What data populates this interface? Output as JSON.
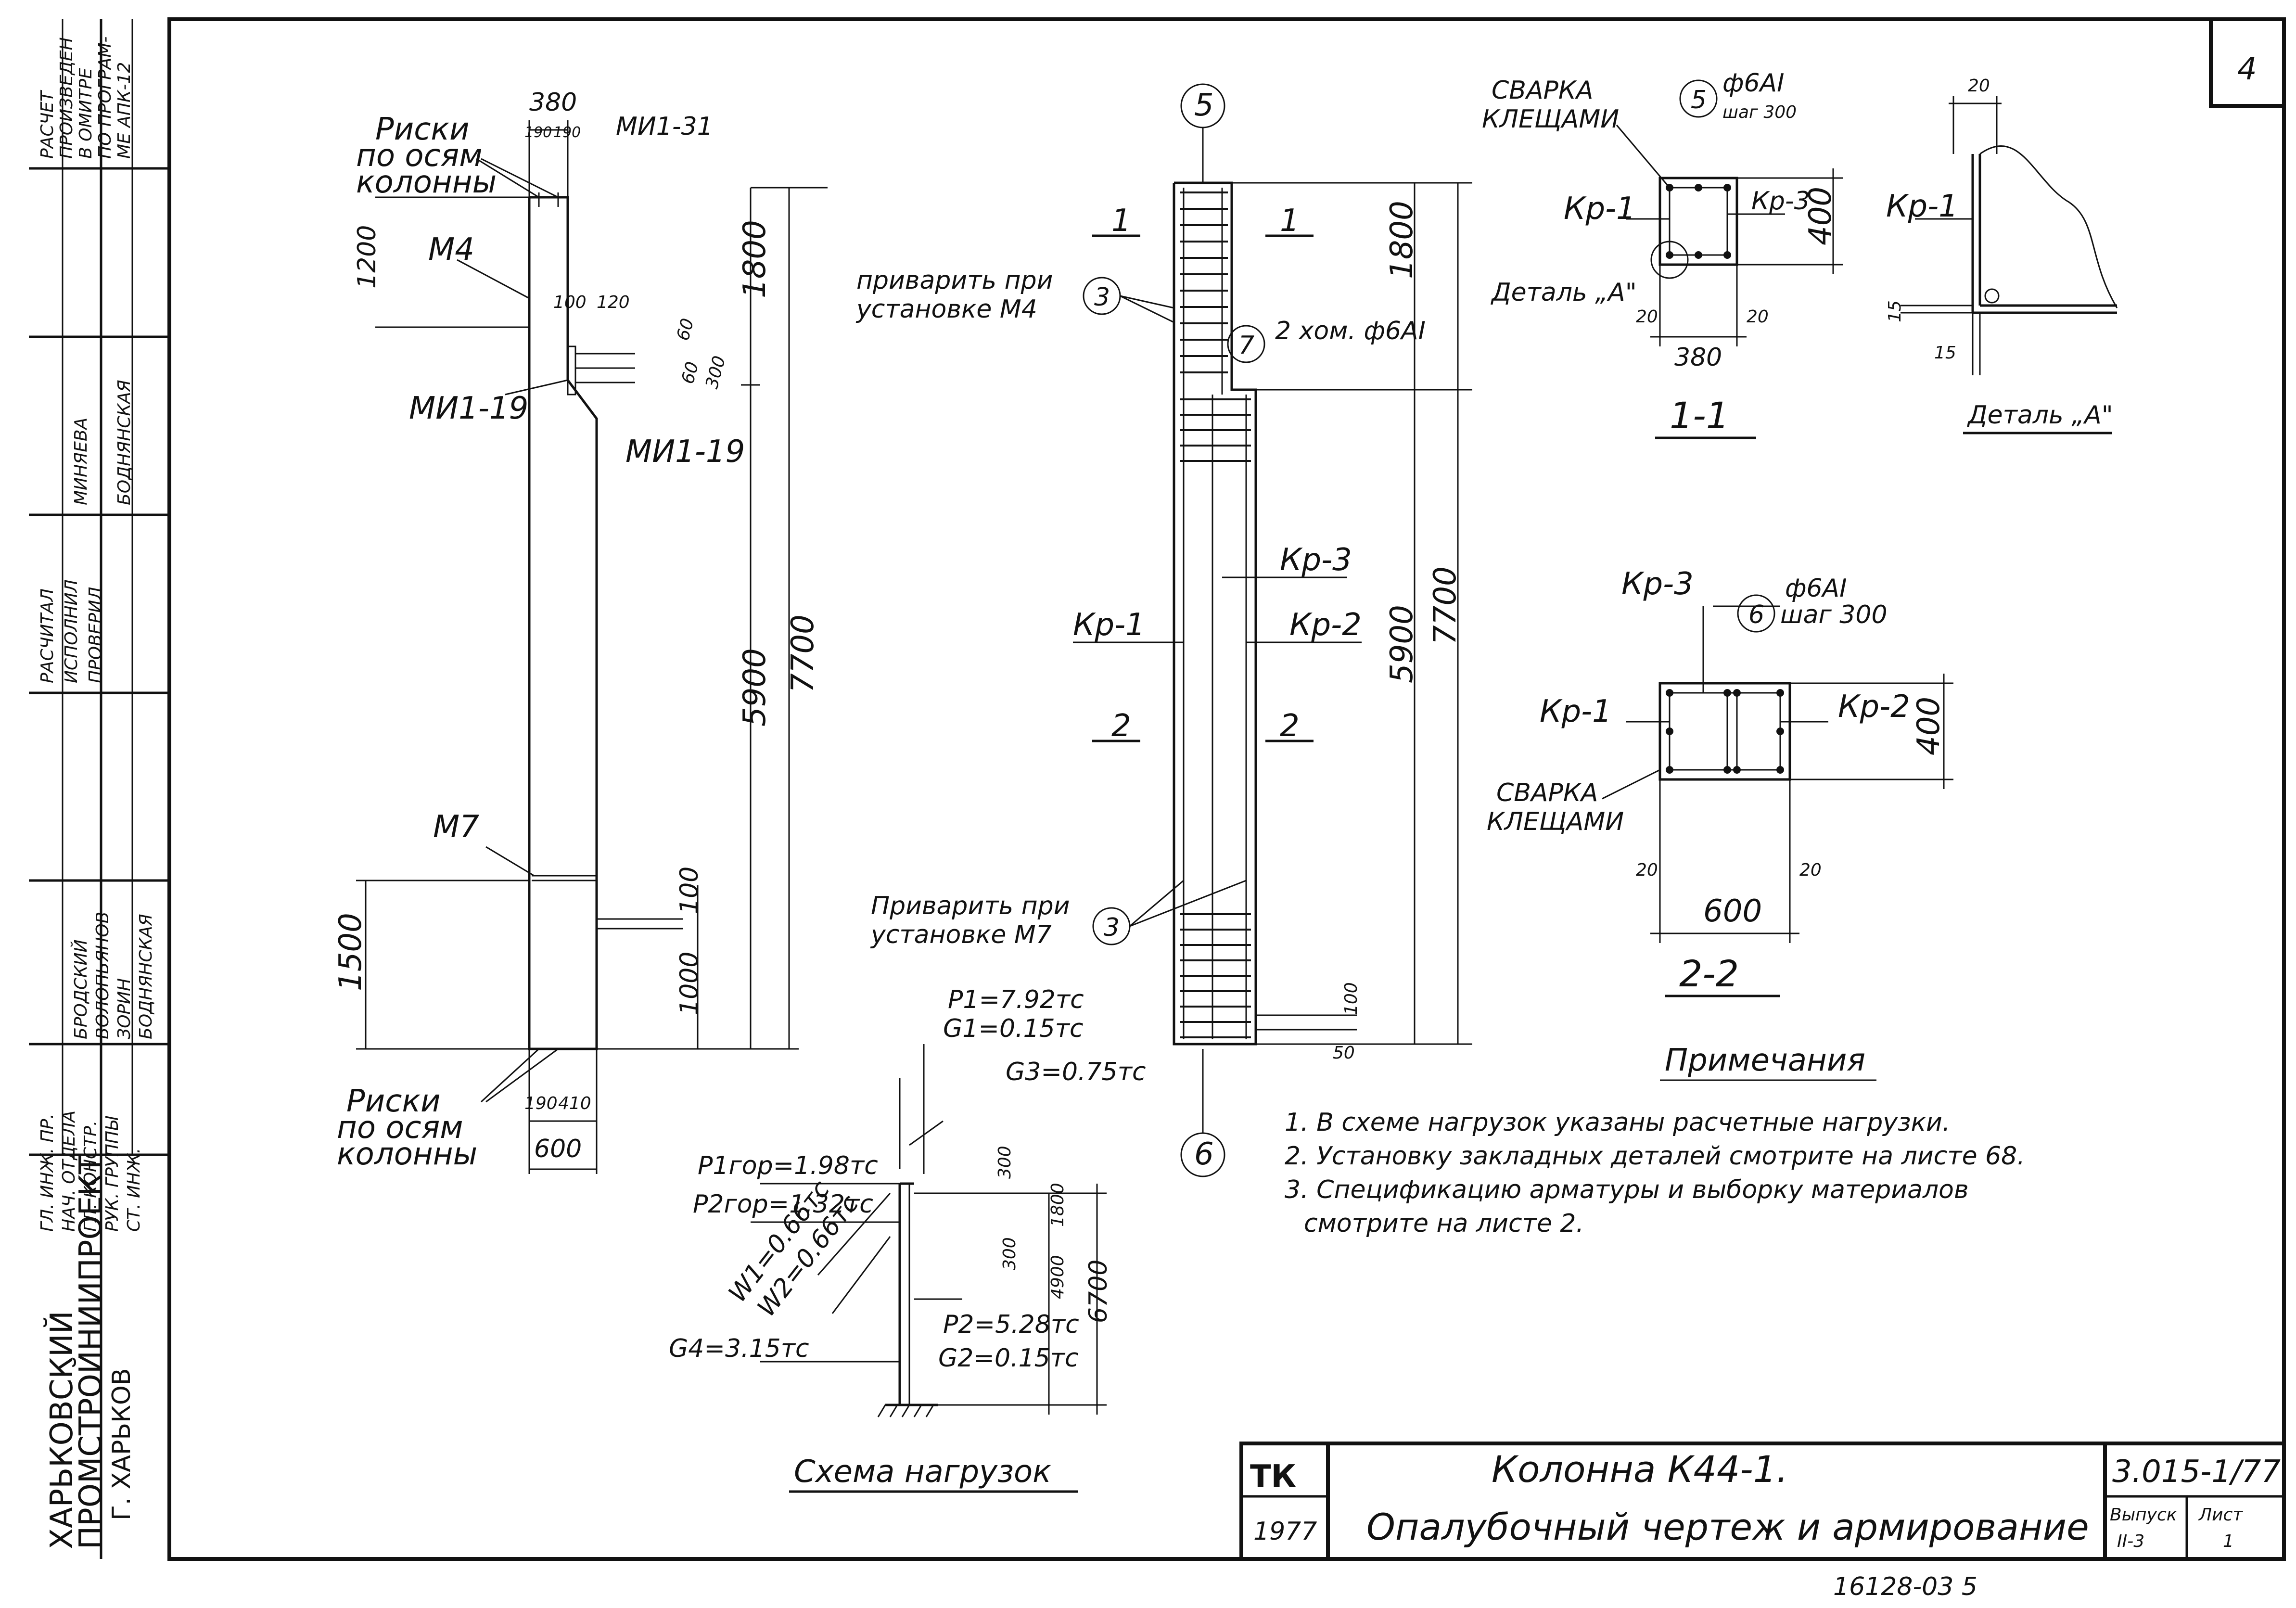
{
  "sheet_number": "4",
  "left_strip": {
    "org": [
      "ХАРЬКОВСКИЙ",
      "ПРОМСТРОЙНИИПРОЕКТ",
      "Г. ХАРЬКОВ"
    ],
    "top_stamp": [
      "РАСЧЕТ",
      "ПРОИЗВЕДЕН",
      "В ОМИТРЕ",
      "ПО ПРОГРАМ-",
      "МЕ АПК-12"
    ],
    "roles": [
      "РАСЧИТАЛ",
      "ИСПОЛНИЛ",
      "ПРОВЕРИЛ"
    ],
    "names_a": [
      "МИНЯЕВА",
      "БОДНЯНСКАЯ"
    ],
    "sign_rows": [
      "ГЛ. ИНЖ. ПР.",
      "НАЧ. ОТДЕЛА",
      "ГЛ. КОНСТР.",
      "РУК. ГРУППЫ",
      "СТ. ИНЖ."
    ],
    "sign_names": [
      "БРОДСКИЙ",
      "ВОЛОПЬЯНОВ",
      "ЗОРИН",
      "БОДНЯНСКАЯ"
    ]
  },
  "formwork": {
    "risks_top": [
      "Риски",
      "по осям",
      "колонны"
    ],
    "risks_bottom": [
      "Риски",
      "по осям",
      "колонны"
    ],
    "labels": {
      "d380": "380",
      "d190a": "190",
      "d190b": "190",
      "mi1_31": "МИ1-31",
      "d1200": "1200",
      "m4": "М4",
      "d100": "100",
      "d120": "120",
      "mi1_19a": "МИ1-19",
      "mi1_19b": "МИ1-19",
      "d60": "60",
      "d60b": "60",
      "d300": "300",
      "d1800": "1800",
      "d5900": "5900",
      "d7700": "7700",
      "m7": "М7",
      "d1500": "1500",
      "d100b": "100",
      "d1000": "1000",
      "d190c": "190",
      "d410": "410",
      "d600": "600"
    }
  },
  "reinforcement": {
    "axis_top": "5",
    "axis_bottom": "6",
    "sec1a": "1",
    "sec1b": "1",
    "sec2a": "2",
    "sec2b": "2",
    "weld_m4": [
      "приварить при",
      "установке М4"
    ],
    "weld_m7": [
      "Приварить при",
      "установке М7"
    ],
    "call3a": "3",
    "call3b": "3",
    "call7": "7",
    "clamp": "2 хом. ф6АI",
    "kp1": "Кр-1",
    "kp2": "Кр-2",
    "kp3": "Кр-3",
    "d1800": "1800",
    "d5900": "5900",
    "d7700": "7700",
    "d100": "100",
    "d50": "50"
  },
  "section_1_1": {
    "weld": [
      "СВАРКА",
      "КЛЕЩАМИ"
    ],
    "call5": "5",
    "bar": "ф6АI",
    "step": "шаг 300",
    "kp1": "Кр-1",
    "kp3": "Кр-3",
    "d400": "400",
    "detail": "Деталь „А\"",
    "d20a": "20",
    "d20b": "20",
    "d380": "380",
    "title": "1-1"
  },
  "detail_a": {
    "d20": "20",
    "kp1": "Кр-1",
    "d15a": "15",
    "d15b": "15",
    "title": "Деталь „А\""
  },
  "section_2_2": {
    "kp3": "Кр-3",
    "call6": "6",
    "bar": "ф6АI",
    "step": "шаг 300",
    "kp1": "Кр-1",
    "kp2": "Кр-2",
    "d400": "400",
    "weld": [
      "СВАРКА",
      "КЛЕЩАМИ"
    ],
    "d20a": "20",
    "d20b": "20",
    "d600": "600",
    "title": "2-2"
  },
  "loads": {
    "p1": "P1=7.92тс",
    "g1": "G1=0.15тс",
    "g3": "G3=0.75тс",
    "p1gor": "P1гор=1.98тс",
    "p2gor": "P2гор=1.32тс",
    "w1": "W1=0.66тс",
    "w2": "W2=0.66тс",
    "p2": "P2=5.28тс",
    "g2": "G2=0.15тс",
    "g4": "G4=3.15тс",
    "d300a": "300",
    "d300b": "300",
    "d1800": "1800",
    "d4900": "4900",
    "d6700": "6700",
    "title": "Схема нагрузок"
  },
  "notes": {
    "heading": "Примечания",
    "items": [
      "1. В схеме нагрузок указаны расчетные нагрузки.",
      "2. Установку закладных деталей смотрите на листе 68.",
      "3. Спецификацию арматуры и выборку материалов",
      "смотрите на листе 2."
    ]
  },
  "title_block": {
    "logo": "ТК",
    "year": "1977",
    "name": "Колонна К44-1.",
    "subtitle": "Опалубочный чертеж и армирование",
    "code": "3.015-1/77",
    "issue_label": "Выпуск",
    "issue": "II-3",
    "sheet_label": "Лист",
    "sheet": "1"
  },
  "footer_stamp": "16128-03   5"
}
